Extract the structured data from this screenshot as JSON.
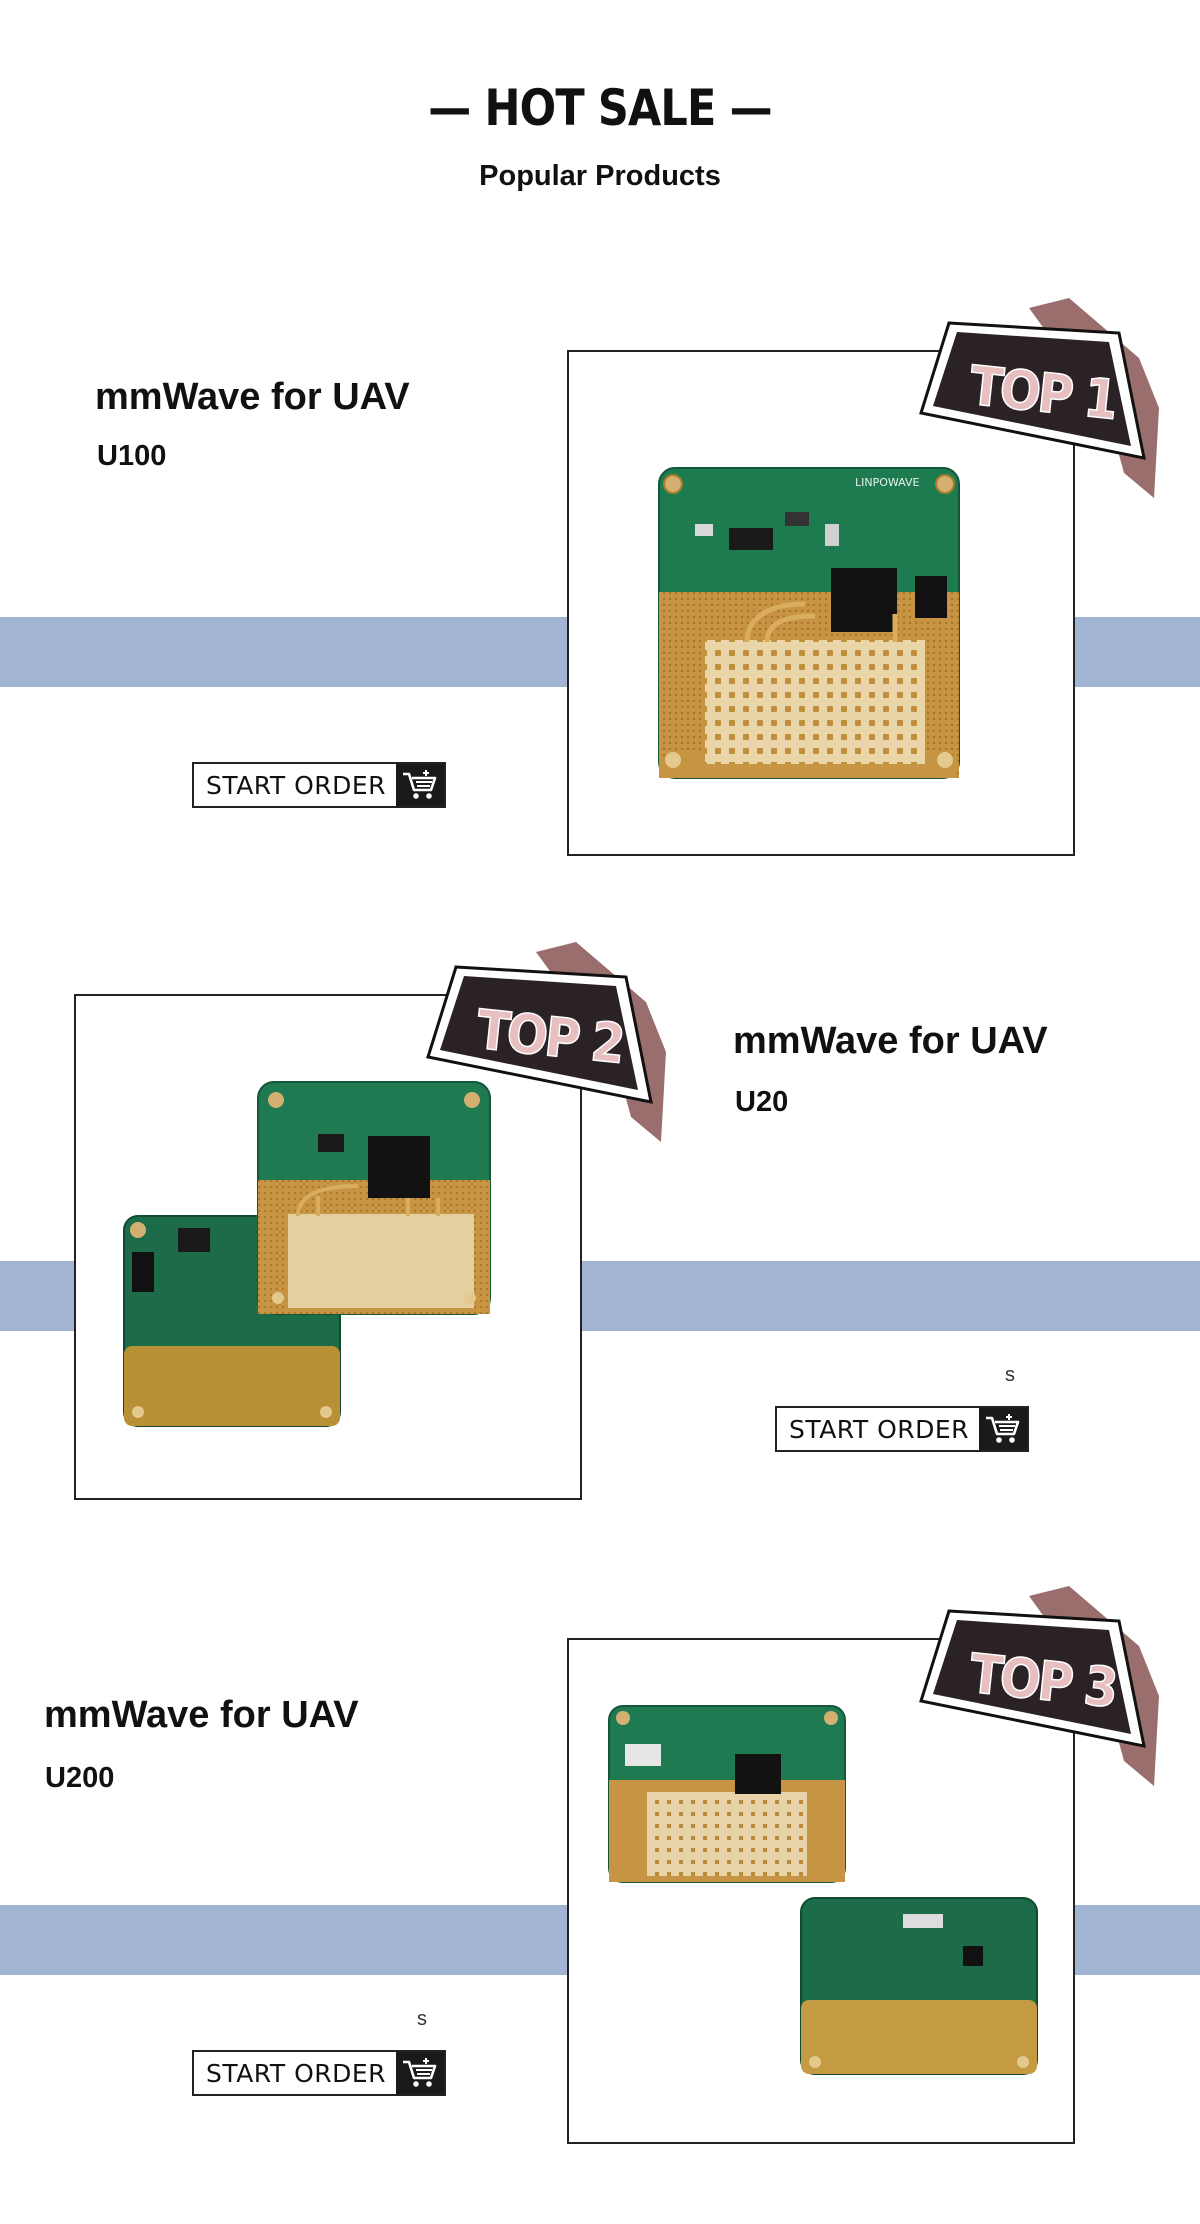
{
  "header": {
    "title": "— HOT SALE —",
    "subtitle": "Popular Products"
  },
  "products": [
    {
      "title": "mmWave for UAV",
      "model": "U100",
      "button_label": "START ORDER",
      "badge_text": "TOP 1",
      "board_label": "LINPOWAVE",
      "stray": ""
    },
    {
      "title": "mmWave for UAV",
      "model": "U20",
      "button_label": "START ORDER",
      "badge_text": "TOP 2",
      "stray": "s"
    },
    {
      "title": "mmWave for UAV",
      "model": "U200",
      "button_label": "START ORDER",
      "badge_text": "TOP 3",
      "stray": "s"
    }
  ],
  "colors": {
    "band": "#a1b4d4",
    "badge_dark": "#2a2224",
    "badge_ribbon": "#9a6e6c",
    "pcb_green": "#1f7a52",
    "pcb_gold": "#c9a04f",
    "pcb_cream": "#e8d3a6"
  },
  "icons": [
    "cart-icon",
    "top-badge-icon"
  ]
}
